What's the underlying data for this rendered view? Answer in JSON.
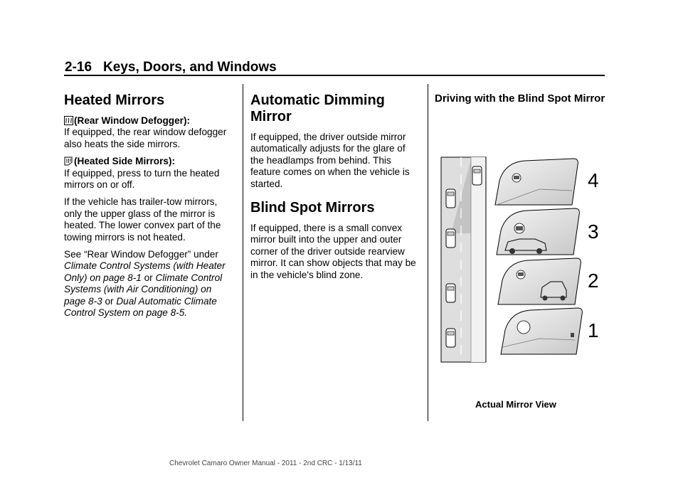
{
  "header": {
    "page_number": "2-16",
    "section": "Keys, Doors, and Windows"
  },
  "col1": {
    "title": "Heated Mirrors",
    "rear_label": "(Rear Window Defogger):",
    "rear_text": "If equipped, the rear window defogger also heats the side mirrors.",
    "side_label": "(Heated Side Mirrors):",
    "side_text": "If equipped, press to turn the heated mirrors on or off.",
    "trailer_text": "If the vehicle has trailer-tow mirrors, only the upper glass of the mirror is heated. The lower convex part of the towing mirrors is not heated.",
    "see_text": "See “Rear Window Defogger” under",
    "ref1": "Climate Control Systems (with Heater Only) on page 8-1",
    "or1": " or ",
    "ref2": "Climate Control Systems (with Air Conditioning) on page 8-3",
    "or2": " or ",
    "ref3": "Dual Automatic Climate Control System on page 8-5."
  },
  "col2": {
    "title1": "Automatic Dimming Mirror",
    "text1": "If equipped, the driver outside mirror automatically adjusts for the glare of the headlamps from behind. This feature comes on when the vehicle is started.",
    "title2": "Blind Spot Mirrors",
    "text2": "If equipped, there is a small convex mirror built into the upper and outer corner of the driver outside rearview mirror. It can show objects that may be in the vehicle's blind zone."
  },
  "col3": {
    "title": "Driving with the Blind Spot Mirror",
    "fig_numbers": [
      "4",
      "3",
      "2",
      "1"
    ],
    "caption": "Actual Mirror View"
  },
  "footer": "Chevrolet Camaro Owner Manual - 2011 - 2nd CRC - 1/13/11"
}
